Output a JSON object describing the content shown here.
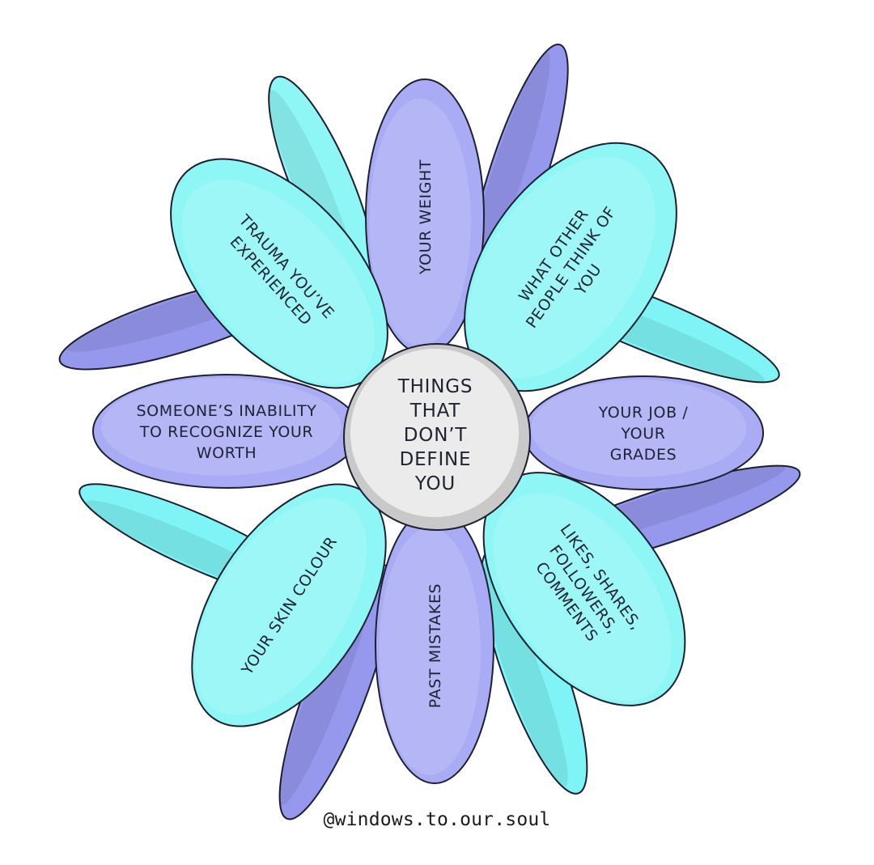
{
  "center": {
    "lines": [
      "THINGS",
      "THAT",
      "DON’T",
      "DEFINE",
      "YOU"
    ]
  },
  "petals": [
    {
      "id": "your-weight",
      "lines": [
        "YOUR WEIGHT"
      ]
    },
    {
      "id": "what-other-people-think",
      "lines": [
        "WHAT OTHER",
        "PEOPLE THINK OF",
        "YOU"
      ]
    },
    {
      "id": "your-job-grades",
      "lines": [
        "YOUR JOB /",
        "YOUR",
        "GRADES"
      ]
    },
    {
      "id": "likes-shares",
      "lines": [
        "LIKES, SHARES,",
        "FOLLOWERS,",
        "COMMENTS"
      ]
    },
    {
      "id": "past-mistakes",
      "lines": [
        "PAST MISTAKES"
      ]
    },
    {
      "id": "your-skin-colour",
      "lines": [
        "YOUR SKIN COLOUR"
      ]
    },
    {
      "id": "someones-inability",
      "lines": [
        "SOMEONE’S INABILITY",
        "TO RECOGNIZE YOUR",
        "WORTH"
      ]
    },
    {
      "id": "trauma",
      "lines": [
        "TRAUMA YOU’VE",
        "EXPERIENCED"
      ]
    }
  ],
  "credit": "@windows.to.our.soul",
  "colors": {
    "periwinkle": "#a9abf4",
    "cyan": "#8ff6f6",
    "deep_periwinkle": "#9698ee",
    "bright_cyan": "#7ef4f6",
    "outline": "#1c2030",
    "center_fill": "#ebebeb"
  }
}
